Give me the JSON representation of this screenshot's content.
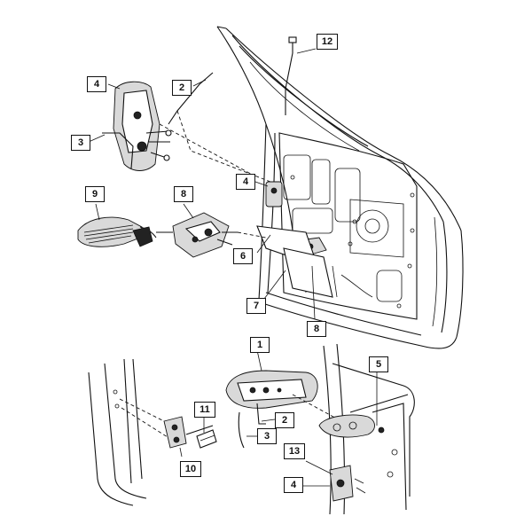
{
  "callouts": [
    {
      "id": "c12",
      "label": "12"
    },
    {
      "id": "c4a",
      "label": "4"
    },
    {
      "id": "c2a",
      "label": "2"
    },
    {
      "id": "c3a",
      "label": "3"
    },
    {
      "id": "c4b",
      "label": "4"
    },
    {
      "id": "c9",
      "label": "9"
    },
    {
      "id": "c8a",
      "label": "8"
    },
    {
      "id": "c6",
      "label": "6"
    },
    {
      "id": "c7",
      "label": "7"
    },
    {
      "id": "c8b",
      "label": "8"
    },
    {
      "id": "c1",
      "label": "1"
    },
    {
      "id": "c5",
      "label": "5"
    },
    {
      "id": "c11",
      "label": "11"
    },
    {
      "id": "c2b",
      "label": "2"
    },
    {
      "id": "c3b",
      "label": "3"
    },
    {
      "id": "c10",
      "label": "10"
    },
    {
      "id": "c13",
      "label": "13"
    },
    {
      "id": "c4c",
      "label": "4"
    }
  ]
}
